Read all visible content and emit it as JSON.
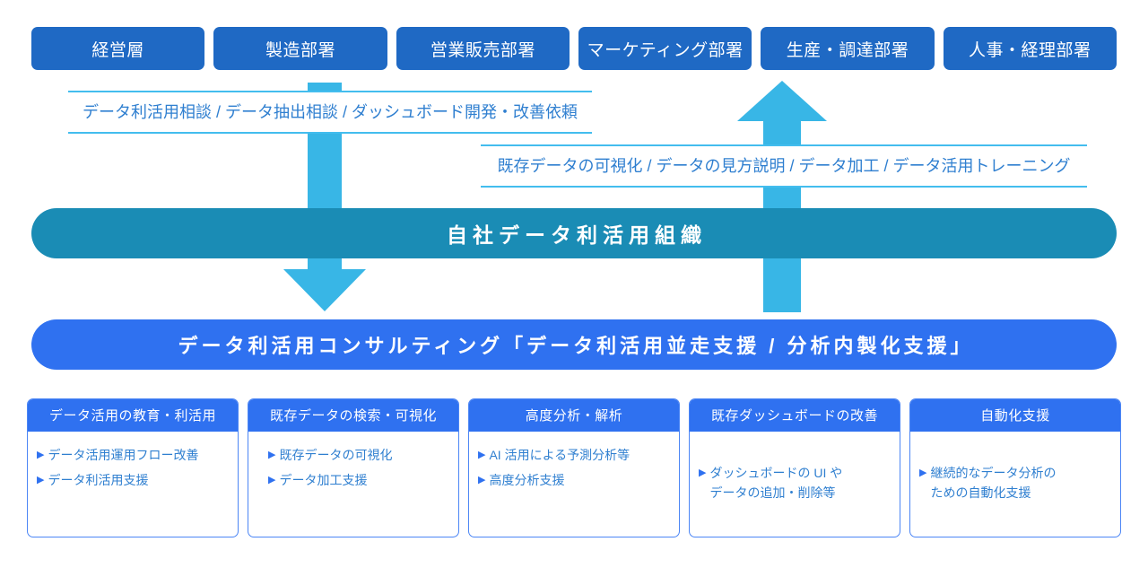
{
  "departments": [
    {
      "label": "経営層"
    },
    {
      "label": "製造部署"
    },
    {
      "label": "営業販売部署"
    },
    {
      "label": "マーケティング部署"
    },
    {
      "label": "生産・調達部署"
    },
    {
      "label": "人事・経理部署"
    }
  ],
  "annotations": {
    "downward": "データ利活用相談 / データ抽出相談 / ダッシュボード開発・改善依頼",
    "upward": "既存データの可視化 / データの見方説明 / データ加工 / データ活用トレーニング"
  },
  "bands": {
    "organization": "自社データ利活用組織",
    "consulting": "データ利活用コンサルティング「データ利活用並走支援 / 分析内製化支援」"
  },
  "cards": [
    {
      "title": "データ活用の教育・利活用",
      "items": [
        "データ活用運用フロー改善",
        "データ利活用支援"
      ]
    },
    {
      "title": "既存データの検索・可視化",
      "items": [
        "既存データの可視化",
        "データ加工支援"
      ]
    },
    {
      "title": "高度分析・解析",
      "items": [
        "AI 活用による予測分析等",
        "高度分析支援"
      ]
    },
    {
      "title": "既存ダッシュボードの改善",
      "items": [
        "ダッシュボードの UI や\nデータの追加・削除等"
      ]
    },
    {
      "title": "自動化支援",
      "items": [
        "継続的なデータ分析の\nための自動化支援"
      ]
    }
  ],
  "icons": {
    "bullet": "▶",
    "arrow_down": "arrow-down-icon",
    "arrow_up": "arrow-up-icon"
  },
  "colors": {
    "dept_box": "#1f69c4",
    "arrow": "#38b6e6",
    "org_band": "#1a8cb5",
    "consult_band": "#2f71f0",
    "card_header": "#2f71f0",
    "card_text": "#2f7fd0",
    "rule": "#43bdee"
  }
}
